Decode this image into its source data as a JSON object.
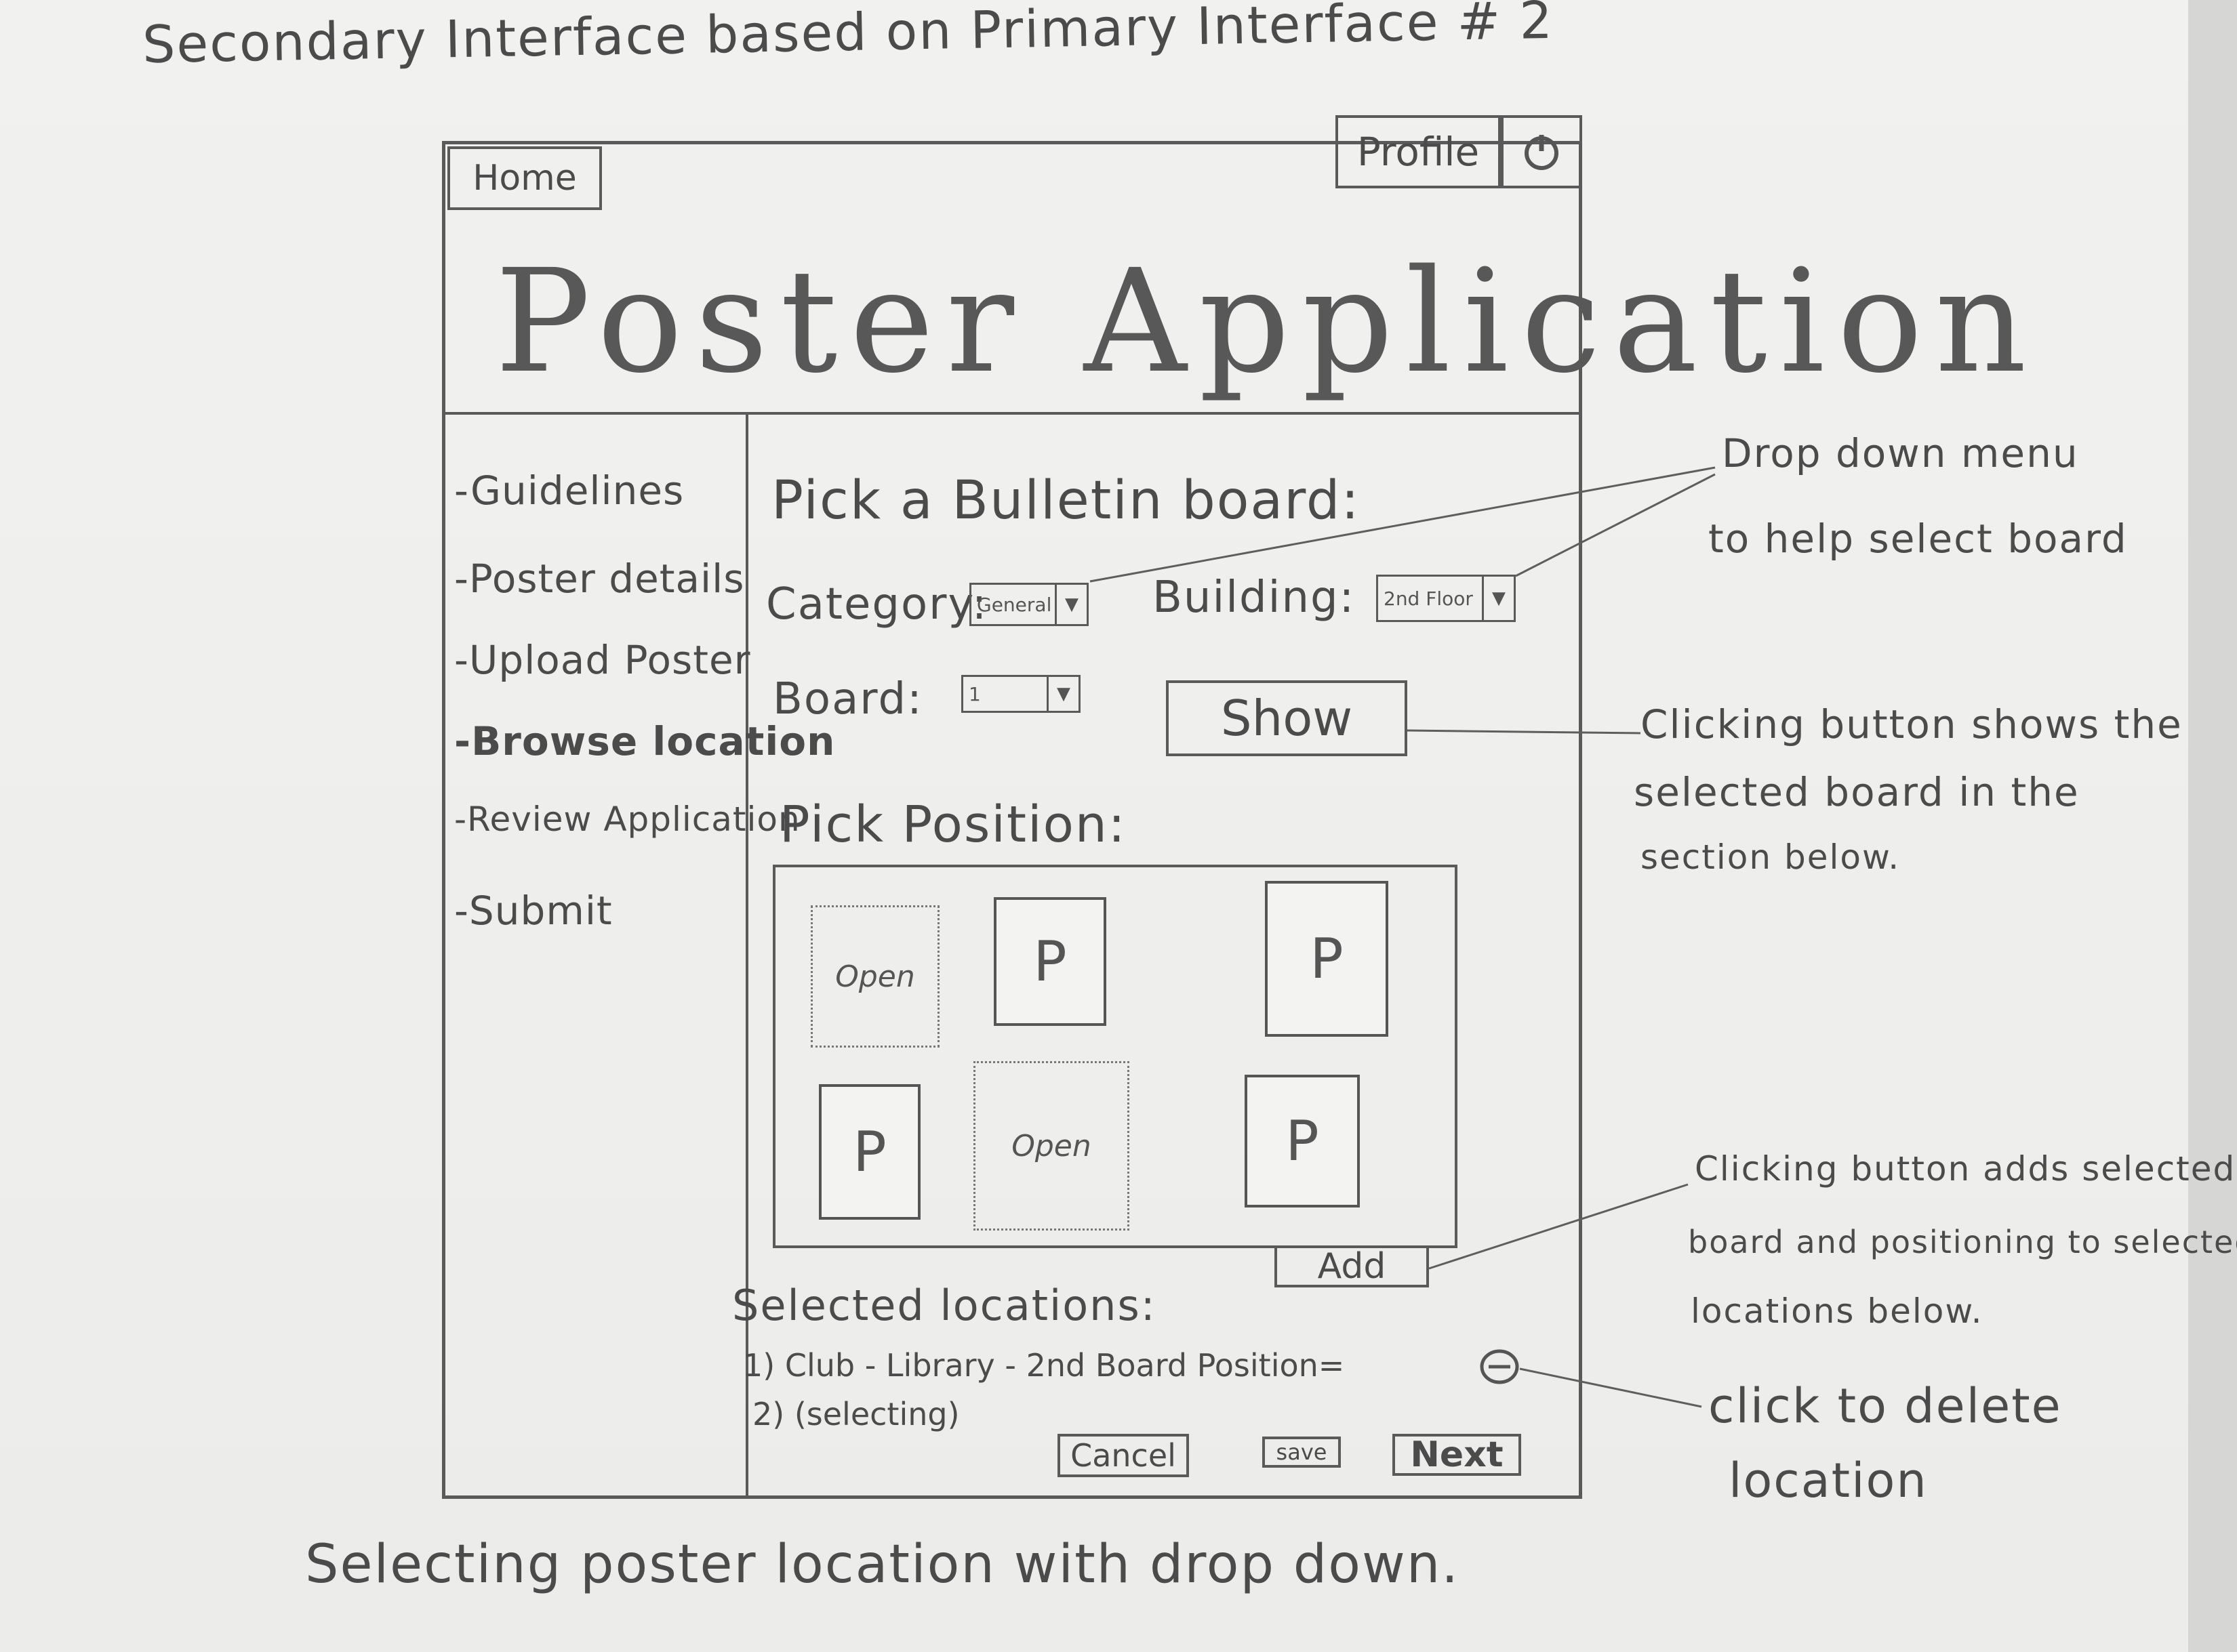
{
  "sheet": {
    "heading": "Secondary Interface based on Primary Interface # 2",
    "caption": "Selecting poster location with drop down."
  },
  "header": {
    "home_label": "Home",
    "profile_label": "Profile",
    "power_icon": "power-icon"
  },
  "app": {
    "title": "Poster Application"
  },
  "sidebar": {
    "items": [
      {
        "label": "-Guidelines"
      },
      {
        "label": "-Poster details"
      },
      {
        "label": "-Upload Poster"
      },
      {
        "label": "-Browse location",
        "active": true
      },
      {
        "label": "-Review Application"
      },
      {
        "label": "-Submit"
      }
    ]
  },
  "board_picker": {
    "heading": "Pick a Bulletin board:",
    "category_label": "Category:",
    "category_value": "General",
    "building_label": "Building:",
    "building_value": "2nd Floor",
    "board_label": "Board:",
    "board_value": "1",
    "show_label": "Show"
  },
  "position_picker": {
    "heading": "Pick Position:",
    "slots": [
      {
        "kind": "open",
        "label": "Open"
      },
      {
        "kind": "poster",
        "label": "P"
      },
      {
        "kind": "poster",
        "label": "P"
      },
      {
        "kind": "poster",
        "label": "P"
      },
      {
        "kind": "open",
        "label": "Open"
      },
      {
        "kind": "poster",
        "label": "P"
      }
    ],
    "add_label": "Add"
  },
  "selected": {
    "heading": "Selected locations:",
    "items": [
      {
        "text": "1) Club - Library - 2nd Board Position="
      },
      {
        "text": "2) (selecting)"
      }
    ],
    "delete_icon": "minus-circle-icon"
  },
  "footer": {
    "cancel_label": "Cancel",
    "save_label": "save",
    "next_label": "Next"
  },
  "annotations": {
    "dropdown_line1": "Drop down menu",
    "dropdown_line2": "to help select board",
    "show_line1": "Clicking button shows the",
    "show_line2": "selected board in the",
    "show_line3": "section below.",
    "add_line1": "Clicking button adds selected",
    "add_line2": "board and positioning to selected",
    "add_line3": "locations below.",
    "delete_line1": "click to delete",
    "delete_line2": "location"
  }
}
